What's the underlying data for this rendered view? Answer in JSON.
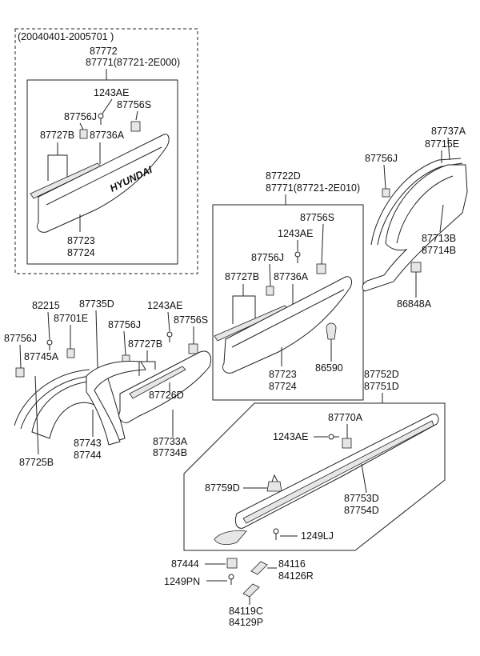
{
  "date_range": "(20040401-2005701 )",
  "logo_text": "HYUNDAI",
  "labels": {
    "l87772": "87772",
    "l87771_e000": "87771(87721-2E000)",
    "l1243ae_a": "1243AE",
    "l87756j_a": "87756J",
    "l87756s_a": "87756S",
    "l87727b_a": "87727B",
    "l87736a_a": "87736A",
    "l87723_a": "87723",
    "l87724_a": "87724",
    "l87722d": "87722D",
    "l87771_e010": "87771(87721-2E010)",
    "l87756s_b": "87756S",
    "l1243ae_b": "1243AE",
    "l87756j_b": "87756J",
    "l87727b_b": "87727B",
    "l87736a_b": "87736A",
    "l87723_b": "87723",
    "l87724_b": "87724",
    "l86590": "86590",
    "l87737a": "87737A",
    "l87715e": "87715E",
    "l87756j_c": "87756J",
    "l87713b": "87713B",
    "l87714b": "87714B",
    "l86848a": "86848A",
    "l82215": "82215",
    "l87735d": "87735D",
    "l87701e": "87701E",
    "l1243ae_c": "1243AE",
    "l87756j_d": "87756J",
    "l87756j_e": "87756J",
    "l87756s_c": "87756S",
    "l87745a": "87745A",
    "l87727b_c": "87727B",
    "l87726d": "87726D",
    "l87743": "87743",
    "l87744": "87744",
    "l87733a": "87733A",
    "l87734b": "87734B",
    "l87725b": "87725B",
    "l87752d": "87752D",
    "l87751d": "87751D",
    "l87770a": "87770A",
    "l1243ae_d": "1243AE",
    "l87759d": "87759D",
    "l87753d": "87753D",
    "l87754d": "87754D",
    "l1249lj": "1249LJ",
    "l87444": "87444",
    "l84116": "84116",
    "l84126r": "84126R",
    "l1249pn": "1249PN",
    "l84119c": "84119C",
    "l84129p": "84129P"
  }
}
